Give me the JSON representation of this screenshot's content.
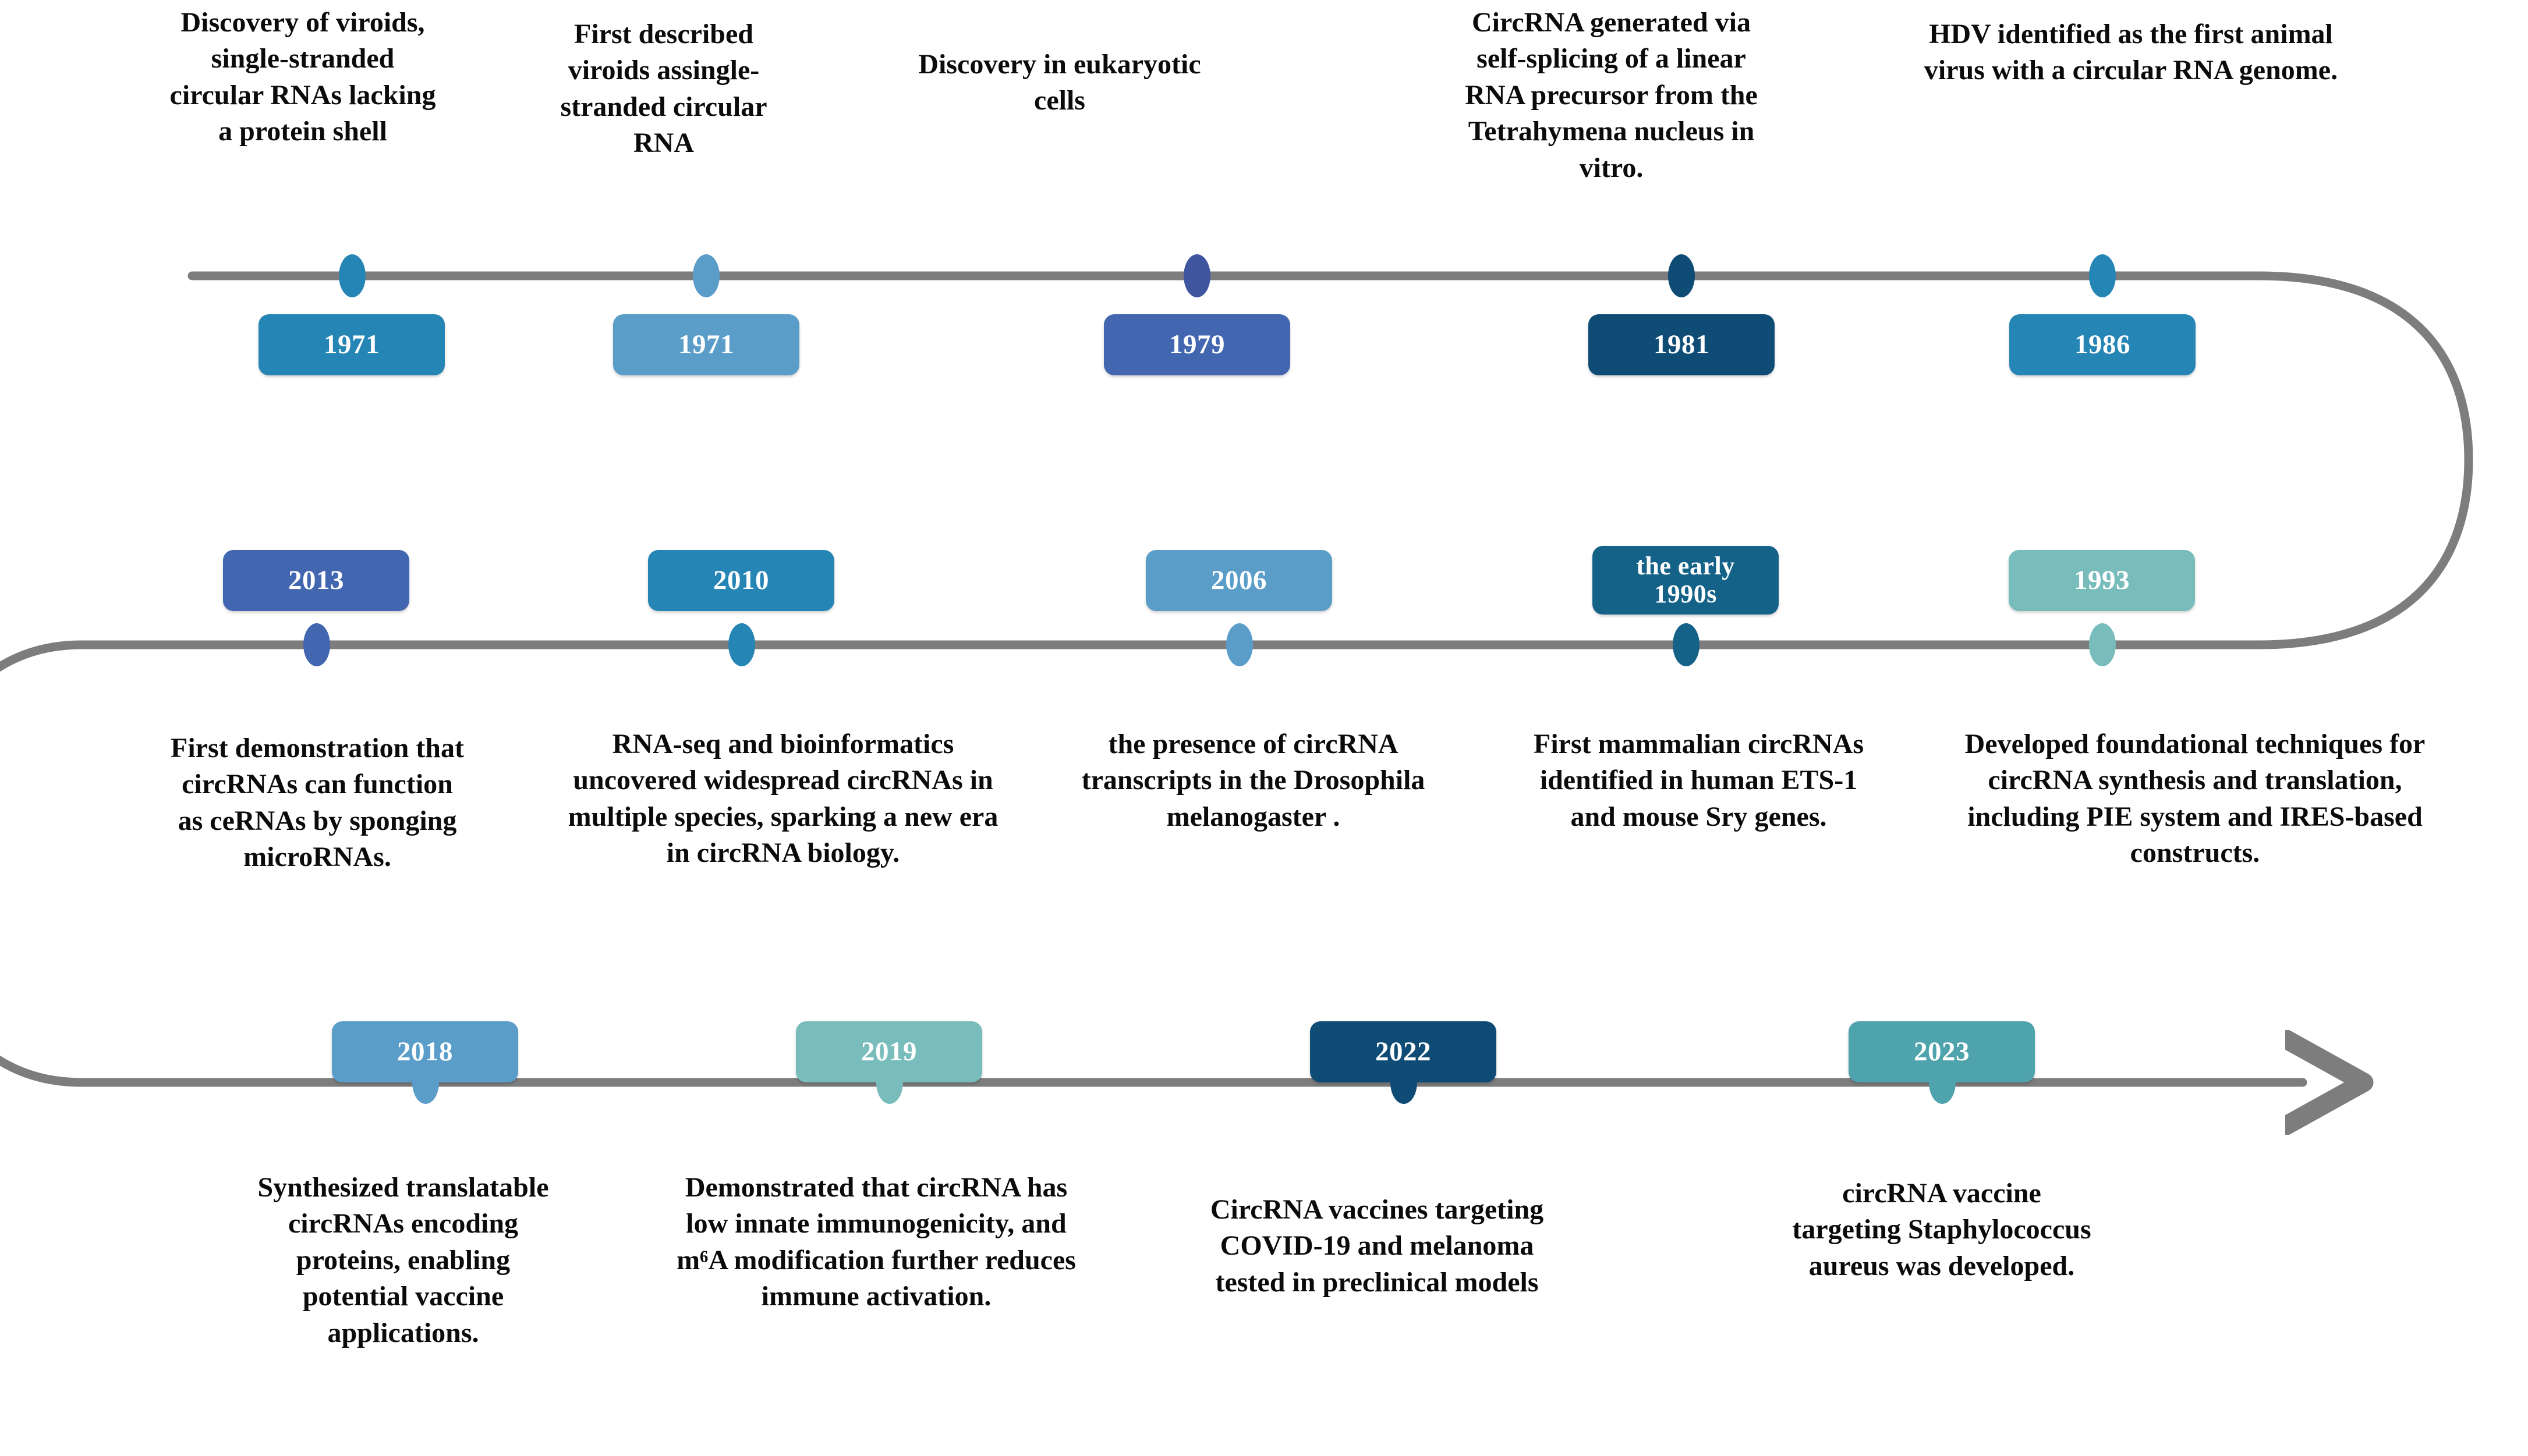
{
  "figure": {
    "kind": "serpentine-timeline",
    "title_visible": false,
    "track_color": "#7d7d7d",
    "arrow_end": "right-of-bottom-row"
  },
  "rows": [
    {
      "id": "row-1",
      "direction": "left-to-right",
      "label_position": "above",
      "pill_position": "below",
      "items": [
        {
          "year": "1971",
          "pill_color": "#2585b5",
          "dot_color": "#2585b5",
          "text": "Discovery of viroids, single-stranded circular RNAs lacking a protein shell"
        },
        {
          "year": "1971",
          "pill_color": "#5b9dc9",
          "dot_color": "#5b9dc9",
          "text": "First described viroids assingle-stranded circular RNA"
        },
        {
          "year": "1979",
          "pill_color": "#4266b0",
          "dot_color": "#3e56a0",
          "text": "Discovery in eukaryotic cells"
        },
        {
          "year": "1981",
          "pill_color": "#0f4c75",
          "dot_color": "#0f4c75",
          "text": "CircRNA generated via self-splicing of a linear RNA precursor from the Tetrahymena nucleus in vitro."
        },
        {
          "year": "1986",
          "pill_color": "#2585b5",
          "dot_color": "#2585b5",
          "text": "HDV identified as the first animal virus with a circular RNA genome."
        }
      ]
    },
    {
      "id": "row-2",
      "direction": "right-to-left",
      "label_position": "below",
      "pill_position": "above",
      "items": [
        {
          "year": "2013",
          "pill_color": "#4266b0",
          "dot_color": "#4266b0",
          "text": "First demonstration that circRNAs can function as ceRNAs by sponging microRNAs."
        },
        {
          "year": "2010",
          "pill_color": "#2585b5",
          "dot_color": "#2585b5",
          "text": "RNA-seq and bioinformatics uncovered widespread circRNAs in multiple species, sparking a new era in circRNA biology."
        },
        {
          "year": "2006",
          "pill_color": "#5b9dc9",
          "dot_color": "#5b9dc9",
          "text": "the presence of circRNA  transcripts in the Drosophila melanogaster ."
        },
        {
          "year": "the early\n1990s",
          "pill_color": "#156289",
          "dot_color": "#156289",
          "text": "First mammalian circRNAs identified in human ETS-1 and mouse Sry genes."
        },
        {
          "year": "1993",
          "pill_color": "#79bcbc",
          "dot_color": "#79bcbc",
          "text": "Developed foundational techniques for circRNA synthesis and translation, including PIE system and IRES-based constructs."
        }
      ]
    },
    {
      "id": "row-3",
      "direction": "left-to-right",
      "label_position": "below",
      "pill_position": "above",
      "items": [
        {
          "year": "2018",
          "pill_color": "#5b9dc9",
          "dot_color": "#5b9dc9",
          "text": "Synthesized translatable circRNAs encoding proteins, enabling potential vaccine applications."
        },
        {
          "year": "2019",
          "pill_color": "#79bcbc",
          "dot_color": "#79bcbc",
          "text": "Demonstrated that circRNA has low innate immunogenicity, and m⁶A modification further reduces immune activation."
        },
        {
          "year": "2022",
          "pill_color": "#0f4c75",
          "dot_color": "#0f4c75",
          "text": "CircRNA vaccines targeting COVID-19 and melanoma tested in preclinical models"
        },
        {
          "year": "2023",
          "pill_color": "#4fa3ac",
          "dot_color": "#4fa3ac",
          "text": "circRNA vaccine targeting Staphylococcus aureus was developed."
        }
      ]
    }
  ]
}
